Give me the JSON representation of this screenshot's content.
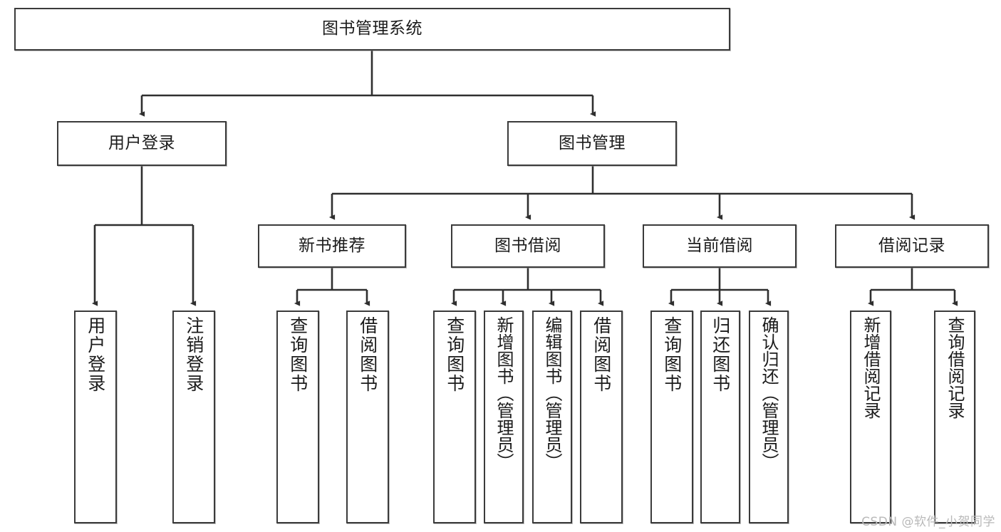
{
  "diagram": {
    "title": "图书管理系统",
    "type": "tree-structure-chart",
    "stroke_color": "#3b3b3b",
    "fill_color": "#ffffff",
    "text_color": "#1b1b1b"
  },
  "root": {
    "label": "图书管理系统"
  },
  "level2": [
    {
      "label": "用户登录"
    },
    {
      "label": "图书管理"
    }
  ],
  "level3": [
    {
      "label": "新书推荐"
    },
    {
      "label": "图书借阅"
    },
    {
      "label": "当前借阅"
    },
    {
      "label": "借阅记录"
    }
  ],
  "leaves": {
    "user_login": [
      {
        "label": "用户登录"
      },
      {
        "label": "注销登录"
      }
    ],
    "new_book": [
      {
        "label": "查询图书"
      },
      {
        "label": "借阅图书"
      }
    ],
    "book_borrow": [
      {
        "label": "查询图书"
      },
      {
        "label": "新增图书（管理员）"
      },
      {
        "label": "编辑图书（管理员）"
      },
      {
        "label": "借阅图书"
      }
    ],
    "current_borrow": [
      {
        "label": "查询图书"
      },
      {
        "label": "归还图书"
      },
      {
        "label": "确认归还（管理员）"
      }
    ],
    "borrow_record": [
      {
        "label": "新增借阅记录"
      },
      {
        "label": "查询借阅记录"
      }
    ]
  },
  "watermark": {
    "text": "CSDN @软件_小贺同学"
  }
}
